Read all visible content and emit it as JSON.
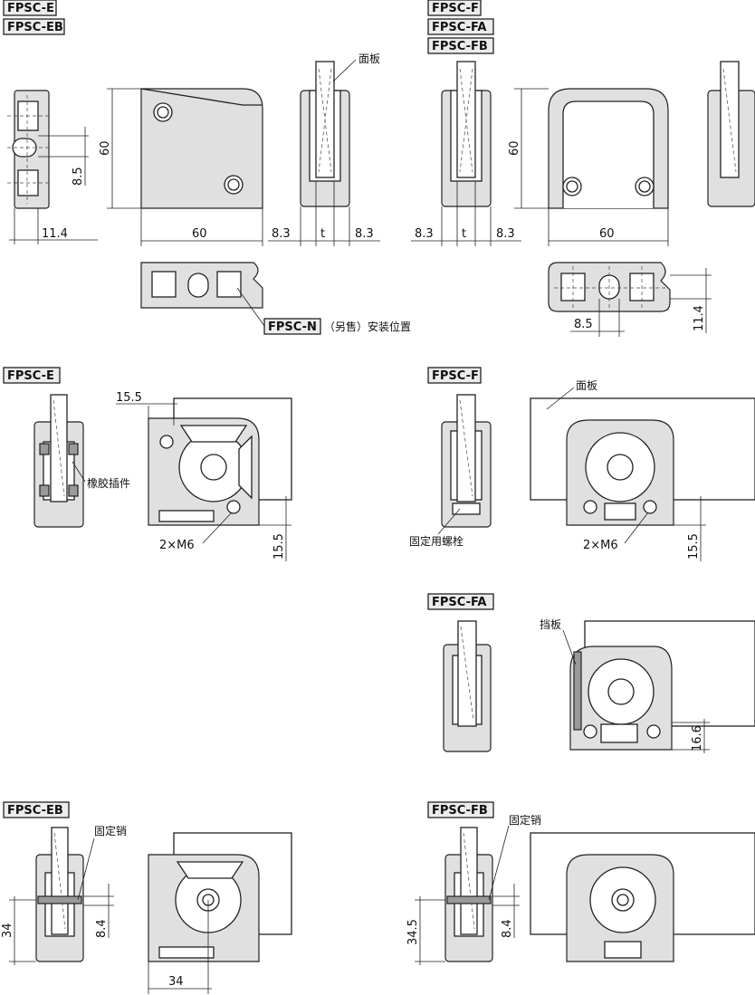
{
  "labels": {
    "fpsc_e": "FPSC-E",
    "fpsc_eb": "FPSC-EB",
    "fpsc_f": "FPSC-F",
    "fpsc_fa": "FPSC-FA",
    "fpsc_fb": "FPSC-FB",
    "fpsc_n": "FPSC-N"
  },
  "annotations": {
    "panel": "面板",
    "fpsc_n_note": "（另售）安装位置",
    "rubber_insert": "橡胶插件",
    "fixing_bolt": "固定用螺栓",
    "stopper_plate": "挡板",
    "fixing_pin": "固定销"
  },
  "dimensions": {
    "d60": "60",
    "d8_5": "8.5",
    "d11_4": "11.4",
    "d8_3": "8.3",
    "t": "t",
    "d15_5": "15.5",
    "m6": "2×M6",
    "d16_6": "16.6",
    "d34": "34",
    "d8_4": "8.4",
    "d34_5": "34.5"
  }
}
